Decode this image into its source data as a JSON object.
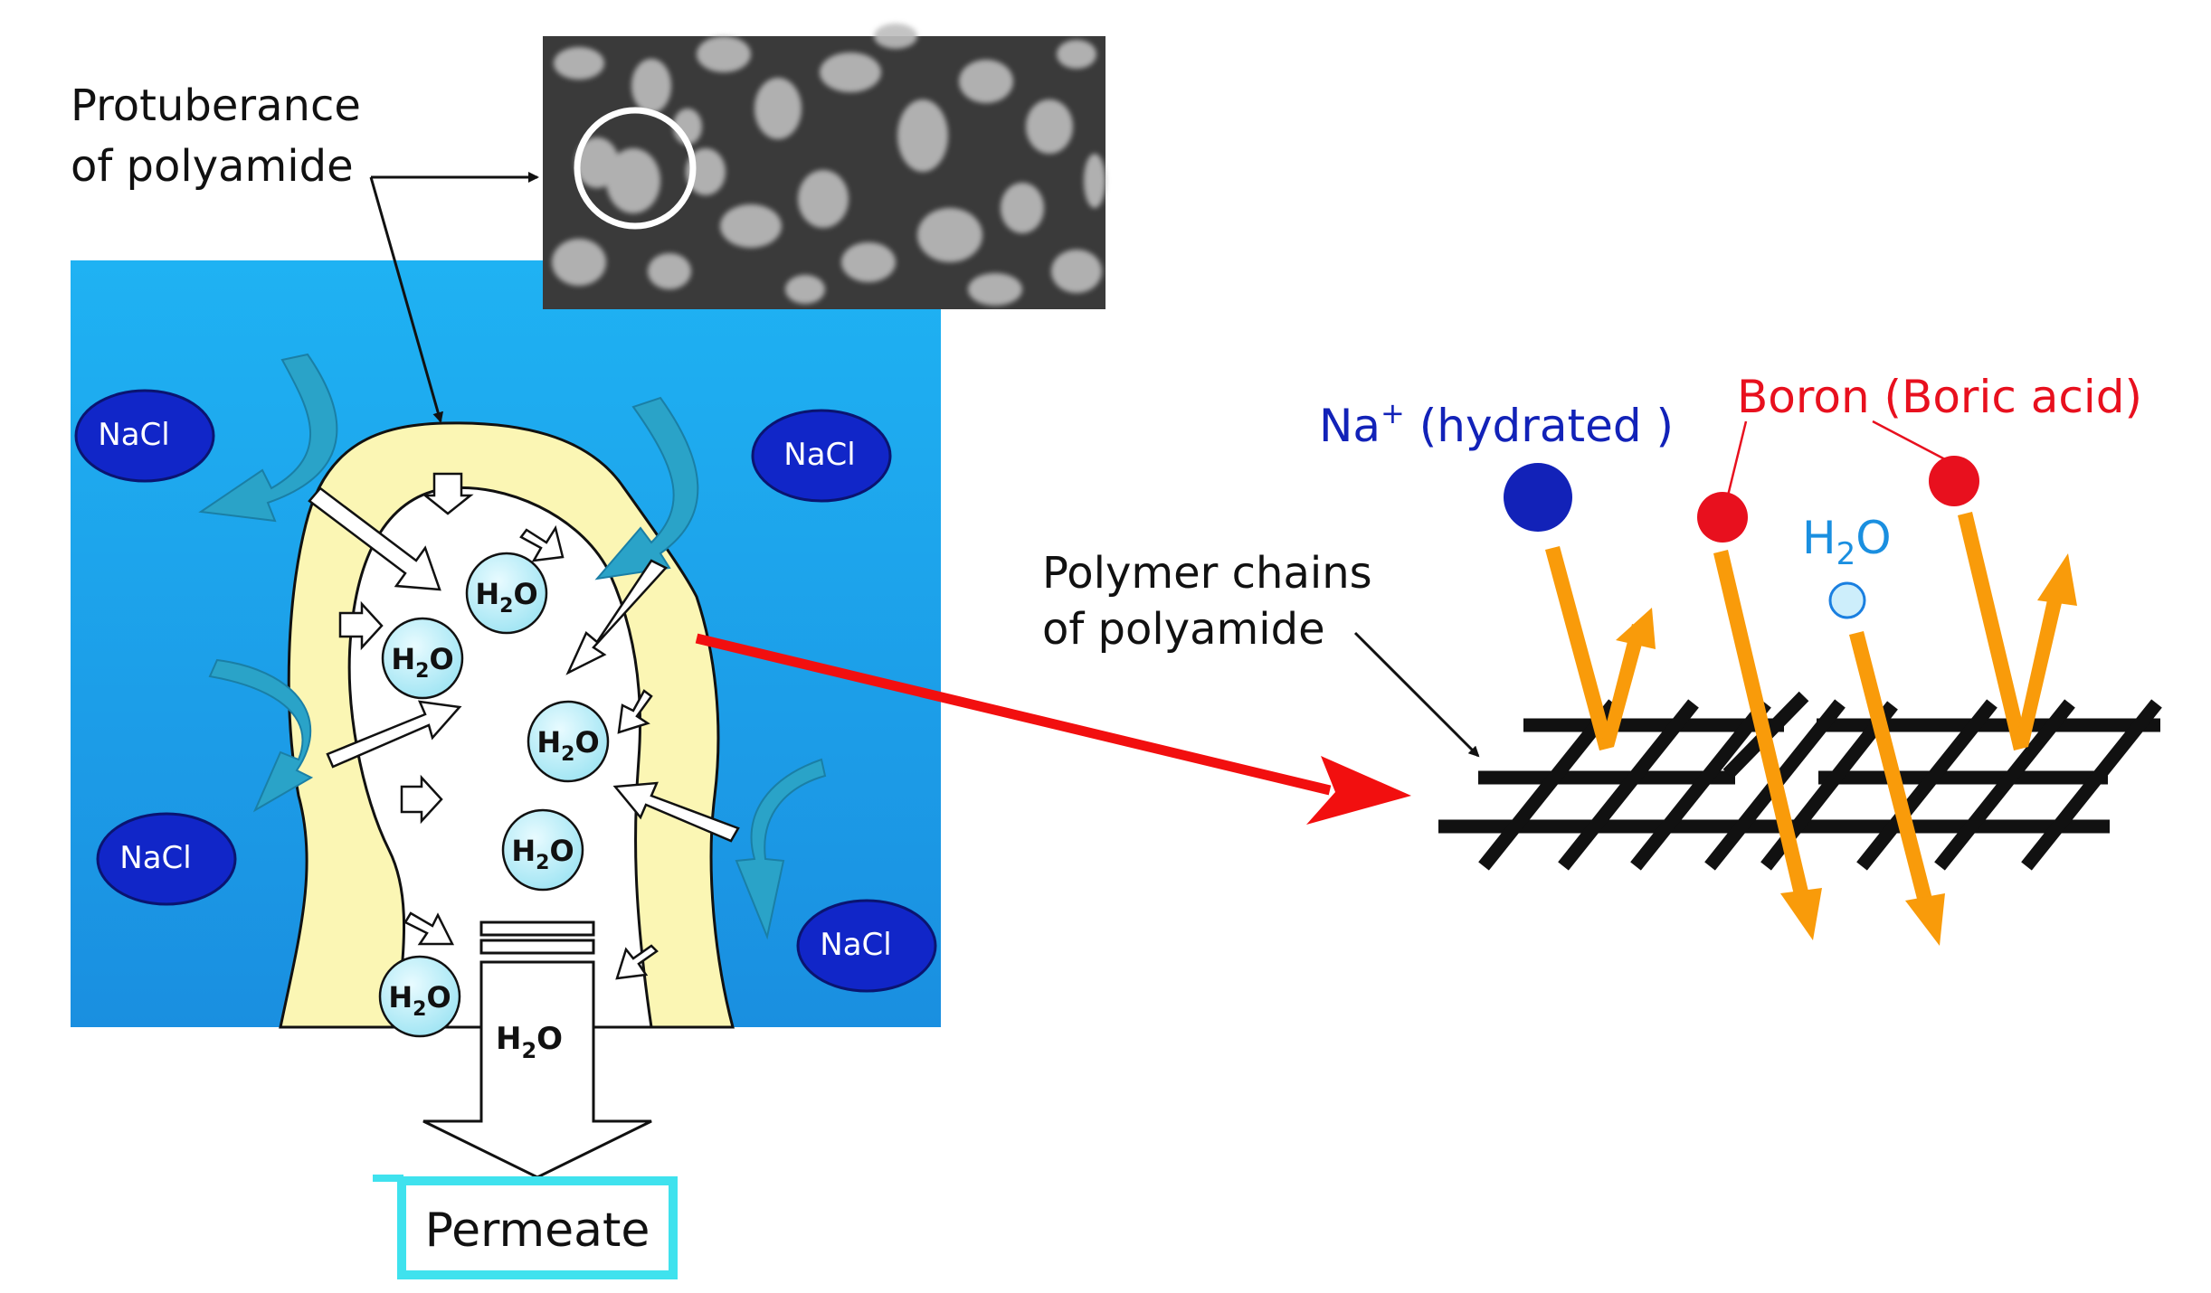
{
  "labels": {
    "protuberance_line1": "Protuberance",
    "protuberance_line2": "of polyamide",
    "polymer_line1": "Polymer chains",
    "polymer_line2": "of polyamide",
    "permeate": "Permeate",
    "na_prefix": "Na",
    "na_sup": "+",
    "na_suffix": " (hydrated )",
    "boron": "Boron (Boric acid)",
    "water_h": "H",
    "water_sub": "2",
    "water_o": "O"
  },
  "nacl": [
    "NaCl",
    "NaCl",
    "NaCl",
    "NaCl"
  ],
  "molecules": [
    "H2O",
    "H2O",
    "H2O",
    "H2O",
    "H2O"
  ],
  "colors": {
    "water_blue": "#1aa0ea",
    "membrane_yellow": "#fbf6b4",
    "nacl_ellipse": "#1126c8",
    "red_arrow": "#f20f0f",
    "orange_arrow": "#f99b0a",
    "na_dot": "#1222b8",
    "boron_dot": "#e8101e",
    "permeate_box": "#3fe2ee",
    "turquoise_arrow": "#2aa3c8"
  },
  "icons": {
    "sem_image": "sem-micrograph",
    "flow_arrows": "arrow-icon"
  }
}
